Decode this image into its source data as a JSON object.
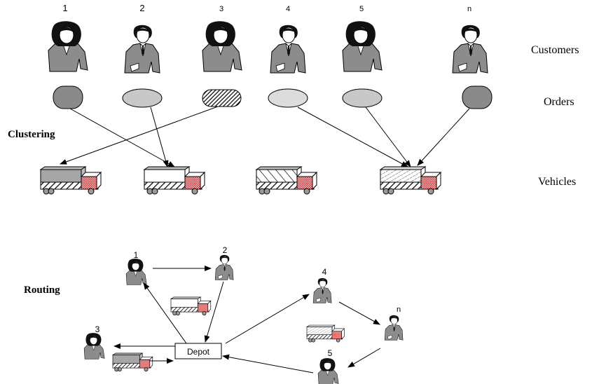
{
  "customer_numbers": [
    "1",
    "2",
    "3",
    "4",
    "5",
    "n"
  ],
  "row_labels": {
    "customers": "Customers",
    "orders": "Orders",
    "vehicles": "Vehicles"
  },
  "section_labels": {
    "clustering": "Clustering",
    "routing": "Routing"
  },
  "routing": {
    "depot_label": "Depot",
    "stop_labels": [
      "1",
      "2",
      "3",
      "4",
      "5",
      "n"
    ]
  },
  "colors": {
    "suit": "#8c8c8c",
    "hair": "#111111",
    "order_dark": "#8a8a8a",
    "order_light": "#c8c8c8",
    "order_lighter": "#dcdcdc",
    "truck_gray": "#a6a6a6",
    "cab_red": "#e0a0a0",
    "line": "#000000"
  }
}
